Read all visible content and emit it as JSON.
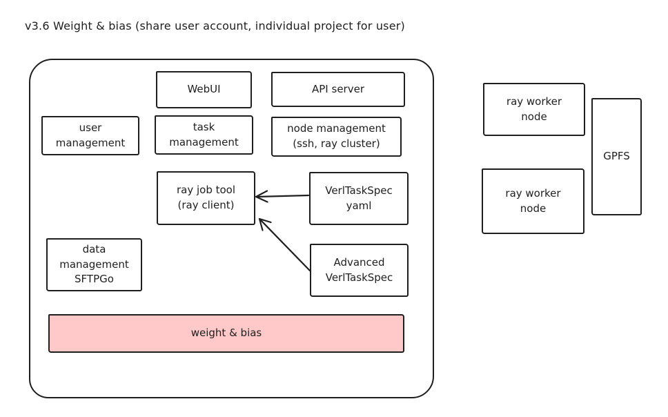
{
  "title": "v3.6 Weight & bias (share user account, individual project for user)",
  "colors": {
    "stroke": "#1e1e1e",
    "highlight_fill": "#ffc9c9",
    "background": "#ffffff"
  },
  "platform_group": {
    "boxes": {
      "webui": {
        "label": "WebUI"
      },
      "api_server": {
        "label": "API server"
      },
      "user_management": {
        "label": "user\nmanagement"
      },
      "task_management": {
        "label": "task\nmanagement"
      },
      "node_management": {
        "label": "node management\n(ssh, ray cluster)"
      },
      "ray_job_tool": {
        "label": "ray job tool\n(ray client)"
      },
      "verltaskspec_yaml": {
        "label": "VerlTaskSpec\nyaml"
      },
      "advanced_verltaskspec": {
        "label": "Advanced\nVerlTaskSpec"
      },
      "data_management": {
        "label": "data\nmanagement\nSFTPGo"
      },
      "weight_bias": {
        "label": "weight & bias"
      }
    }
  },
  "external": {
    "ray_worker_node_1": {
      "label": "ray worker\nnode"
    },
    "ray_worker_node_2": {
      "label": "ray worker\nnode"
    },
    "gpfs": {
      "label": "GPFS"
    }
  },
  "edges": [
    {
      "from": "verltaskspec_yaml",
      "to": "ray_job_tool",
      "type": "arrow"
    },
    {
      "from": "advanced_verltaskspec",
      "to": "ray_job_tool",
      "type": "arrow"
    }
  ]
}
